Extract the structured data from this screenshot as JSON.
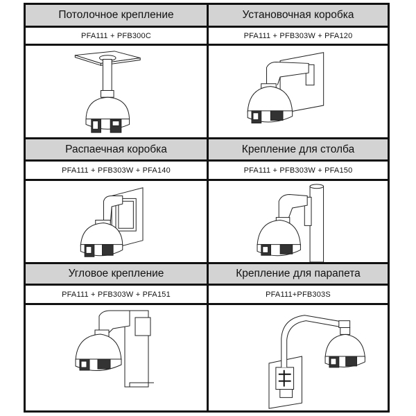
{
  "mounts": [
    {
      "title": "Потолочное крепление",
      "code": "PFA111 + PFB300C",
      "illustration": "ceiling-mount-camera"
    },
    {
      "title": "Установочная коробка",
      "code": "PFA111 + PFB303W + PFA120",
      "illustration": "mounting-box-camera"
    },
    {
      "title": "Распаечная коробка",
      "code": "PFA111 + PFB303W + PFA140",
      "illustration": "junction-box-camera"
    },
    {
      "title": "Крепление для столба",
      "code": "PFA111 + PFB303W + PFA150",
      "illustration": "pole-mount-camera"
    },
    {
      "title": "Угловое крепление",
      "code": "PFA111 + PFB303W + PFA151",
      "illustration": "corner-mount-camera"
    },
    {
      "title": "Крепление для парапета",
      "code": "PFA111+PFB303S",
      "illustration": "parapet-mount-camera"
    }
  ]
}
